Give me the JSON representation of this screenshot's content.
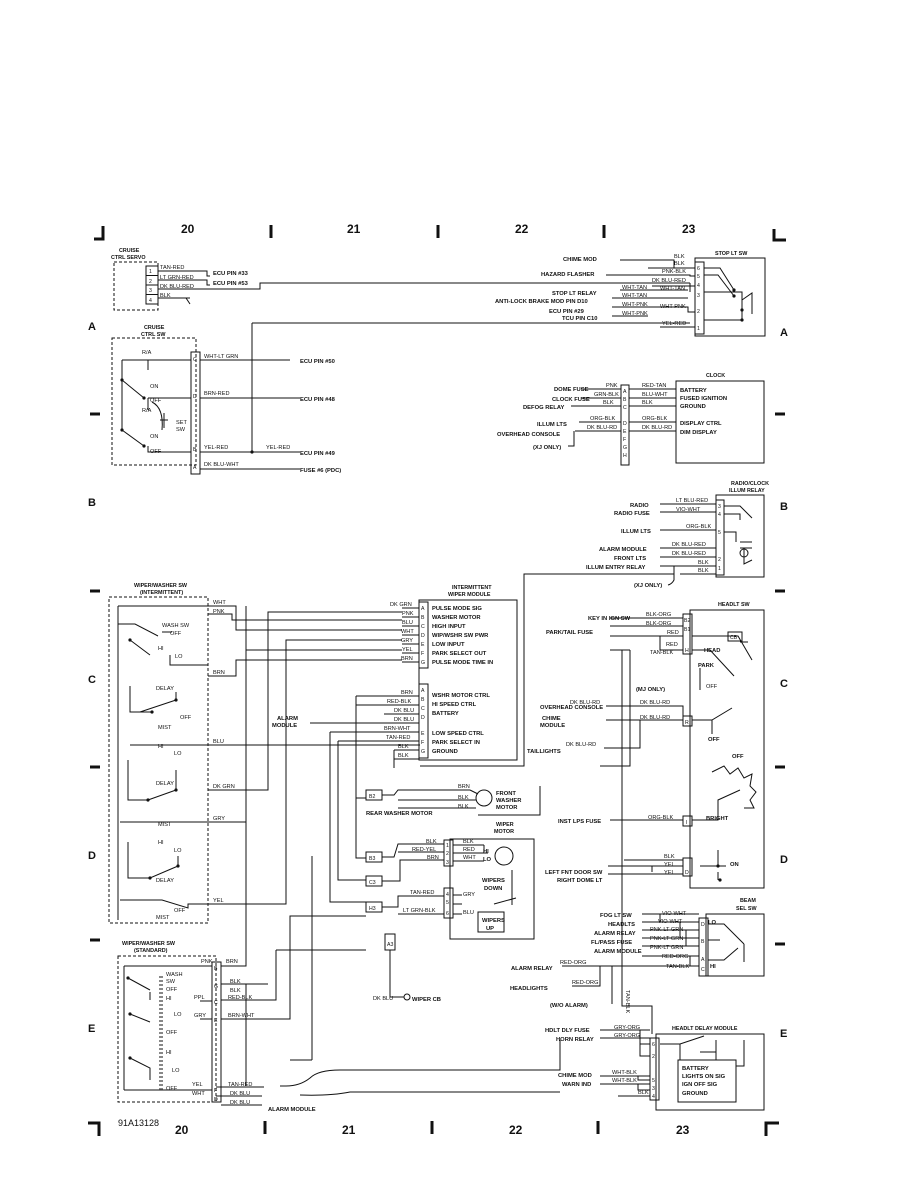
{
  "figure_id": "91A13128",
  "grid": {
    "columns": [
      "20",
      "21",
      "22",
      "23"
    ],
    "rows": [
      "A",
      "B",
      "C",
      "D",
      "E"
    ]
  },
  "components": {
    "cruise_servo": {
      "title": [
        "CRUISE",
        "CTRL SERVO"
      ],
      "pins": [
        "1",
        "2",
        "3",
        "4"
      ],
      "wires": [
        "TAN-RED",
        "LT GRN-RED",
        "DK BLU-RED",
        "BLK"
      ],
      "targets": [
        "ECU PIN #33",
        "ECU PIN #53"
      ]
    },
    "stop_lt_sw": {
      "title": "STOP LT SW",
      "labels": [
        "CHIME MOD",
        "HAZARD FLASHER",
        "STOP LT RELAY",
        "ANTI-LOCK BRAKE MOD PIN D10",
        "ECU PIN #29",
        "TCU PIN C10"
      ],
      "wires": [
        "BLK",
        "BLK",
        "PNK-BLK",
        "DK BLU-RED",
        "WHT-TAN",
        "WHT-TAN",
        "WHT-TAN",
        "WHT-PNK",
        "WHT-PNK",
        "WHT-PNK",
        "YEL-RED"
      ],
      "pins": [
        "6",
        "5",
        "4",
        "3",
        "2",
        "1"
      ]
    },
    "cruise_ctrl_sw": {
      "title": [
        "CRUISE",
        "CTRL SW"
      ],
      "positions": [
        "R/A",
        "ON",
        "OFF",
        "R/A",
        "ON",
        "OFF",
        "SET",
        "SW"
      ],
      "pins": [
        "C",
        "D",
        "B",
        "A"
      ],
      "wires": [
        "WHT-LT GRN",
        "BRN-RED",
        "YEL-RED",
        "YEL-RED",
        "DK BLU-WHT"
      ],
      "targets": [
        "ECU PIN #50",
        "ECU PIN #48",
        "ECU PIN #49",
        "FUSE #6 (PDC)"
      ]
    },
    "clock": {
      "title": "CLOCK",
      "labels": [
        "DOME FUSE",
        "CLOCK FUSE",
        "DEFOG RELAY",
        "ILLUM LTS",
        "OVERHEAD CONSOLE",
        "(XJ ONLY)"
      ],
      "wires": [
        "PNK",
        "RED-TAN",
        "GRN-BLK",
        "BLU-WHT",
        "BLK",
        "BLK",
        "ORG-BLK",
        "ORG-BLK",
        "DK BLU-RD",
        "DK BLU-RD"
      ],
      "pins": [
        "A",
        "B",
        "C",
        "D",
        "E",
        "F",
        "G",
        "H"
      ],
      "functions": [
        "BATTERY",
        "FUSED IGNITION",
        "GROUND",
        "DISPLAY CTRL",
        "DIM DISPLAY"
      ]
    },
    "radio_clock_illum_relay": {
      "title": [
        "RADIO/CLOCK",
        "ILLUM RELAY"
      ],
      "labels": [
        "RADIO",
        "RADIO FUSE",
        "ILLUM LTS",
        "ALARM MODULE",
        "FRONT LTS",
        "ILLUM ENTRY RELAY",
        "(XJ ONLY)"
      ],
      "wires": [
        "LT BLU-RED",
        "VIO-WHT",
        "ORG-BLK",
        "DK BLU-RED",
        "DK BLU-RED",
        "BLK",
        "BLK"
      ],
      "pins": [
        "3",
        "4",
        "5",
        "2",
        "1"
      ]
    },
    "wiper_washer_sw_int": {
      "title": [
        "WIPER/WASHER SW",
        "(INTERMITTENT)"
      ],
      "positions": [
        "WASH SW",
        "OFF",
        "HI",
        "LO",
        "DELAY",
        "OFF",
        "MIST",
        "HI",
        "LO",
        "DELAY",
        "MIST",
        "HI",
        "LO",
        "DELAY",
        "OFF",
        "MIST"
      ],
      "wires": [
        "WHT",
        "PNK",
        "BRN",
        "BLU",
        "DK GRN",
        "GRY",
        "YEL"
      ]
    },
    "intermittent_wiper_module": {
      "title": [
        "INTERMITTENT",
        "WIPER MODULE"
      ],
      "pins_top": [
        "A",
        "B",
        "C",
        "D",
        "E",
        "F",
        "G"
      ],
      "wires_top": [
        "DK GRN",
        "PNK",
        "BLU",
        "WHT",
        "GRY",
        "YEL",
        "BRN"
      ],
      "functions_top": [
        "PULSE MODE SIG",
        "WASHER MOTOR",
        "HIGH INPUT",
        "WIP/WSHR SW PWR",
        "LOW INPUT",
        "PARK SELECT OUT",
        "PULSE MODE TIME IN"
      ],
      "pins_bottom": [
        "A",
        "B",
        "C",
        "D",
        "E",
        "F",
        "G"
      ],
      "wires_bottom": [
        "BRN",
        "RED-BLK",
        "DK BLU",
        "DK BLU",
        "BRN-WHT",
        "TAN-RED",
        "BLK",
        "BLK"
      ],
      "functions_bottom": [
        "WSHR MOTOR CTRL",
        "HI SPEED CTRL",
        "BATTERY",
        "LOW SPEED CTRL",
        "PARK SELECT IN",
        "GROUND"
      ],
      "alarm_label": [
        "ALARM",
        "MODULE"
      ]
    },
    "front_washer_motor": {
      "title": [
        "FRONT",
        "WASHER",
        "MOTOR"
      ],
      "wires": [
        "BRN",
        "BLK",
        "BLK"
      ],
      "splice": "B2",
      "rear_label": "REAR WASHER MOTOR"
    },
    "wiper_motor": {
      "title": [
        "WIPER",
        "MOTOR"
      ],
      "wires": [
        "BLK",
        "RED-YEL",
        "BRN",
        "BLK",
        "RED",
        "WHT",
        "TAN-RED",
        "GRY",
        "LT GRN-BLK",
        "BLU"
      ],
      "pins": [
        "1",
        "2",
        "3",
        "4",
        "5",
        "6"
      ],
      "labels": [
        "HI",
        "LO",
        "WIPERS",
        "DOWN",
        "WIPERS",
        "UP"
      ],
      "splices": [
        "B3",
        "C3",
        "H3",
        "A3"
      ]
    },
    "wiper_washer_sw_std": {
      "title": [
        "WIPER/WASHER SW",
        "(STANDARD)"
      ],
      "positions": [
        "WASH",
        "SW",
        "OFF",
        "HI",
        "LO",
        "OFF",
        "HI",
        "LO",
        "OFF"
      ],
      "wires": [
        "PNK",
        "BRN",
        "BLK",
        "BLK",
        "PPL",
        "RED-BLK",
        "GRY",
        "BRN-WHT",
        "YEL",
        "TAN-RED",
        "WHT",
        "DK BLU",
        "DK BLU"
      ],
      "pins": [
        "B",
        "G",
        "C",
        "E",
        "F",
        "D"
      ],
      "targets": [
        "ALARM MODULE",
        "WIPER CB",
        "DK BLU"
      ]
    },
    "headlt_sw": {
      "title": "HEADLT SW",
      "labels": [
        "KEY IN IGN SW",
        "PARK/TAIL FUSE",
        "OVERHEAD CONSOLE",
        "(MJ ONLY)",
        "CHIME",
        "MODULE",
        "TAILLIGHTS",
        "INST LPS FUSE",
        "LEFT FNT DOOR SW",
        "RIGHT DOME LT"
      ],
      "wires": [
        "BLK-ORG",
        "BLK-ORG",
        "RED",
        "RED",
        "TAN-BLK",
        "DK BLU-RD",
        "DK BLU-RD",
        "DK BLU-RD",
        "DK BLU-RD",
        "ORG-BLK",
        "BLK",
        "YEL",
        "YEL"
      ],
      "pins": [
        "B2",
        "B1",
        "H",
        "R",
        "I",
        "D"
      ],
      "positions": [
        "CB",
        "HEAD",
        "PARK",
        "OFF",
        "OFF",
        "OFF",
        "BRIGHT",
        "ON"
      ]
    },
    "beam_sel_sw": {
      "title": [
        "BEAM",
        "SEL SW"
      ],
      "labels": [
        "FOG LT SW",
        "HEADLTS",
        "ALARM RELAY",
        "FL/PASS FUSE",
        "ALARM MODULE",
        "ALARM RELAY",
        "HEADLIGHTS",
        "(W/O ALARM)"
      ],
      "wires": [
        "VIO-WHT",
        "VIO-WHT",
        "PNK-LT GRN",
        "PNK-LT GRN",
        "PNK-LT GRN",
        "RED-ORG",
        "TAN-BLK",
        "RED-ORG",
        "RED-ORG",
        "TAN-BLK"
      ],
      "pins": [
        "D",
        "B",
        "A",
        "C"
      ],
      "positions": [
        "LO",
        "HI"
      ]
    },
    "headlt_delay_module": {
      "title": "HEADLT DELAY MODULE",
      "labels": [
        "HDLT DLY FUSE",
        "HORN RELAY",
        "CHIME MOD",
        "WARN IND"
      ],
      "wires": [
        "GRY-ORG",
        "GRY-ORG",
        "WHT-BLK",
        "WHT-BLK",
        "BLK"
      ],
      "pins": [
        "6",
        "2",
        "5",
        "3",
        "4"
      ],
      "functions": [
        "BATTERY",
        "LIGHTS ON SIG",
        "IGN OFF SIG",
        "GROUND"
      ]
    }
  }
}
